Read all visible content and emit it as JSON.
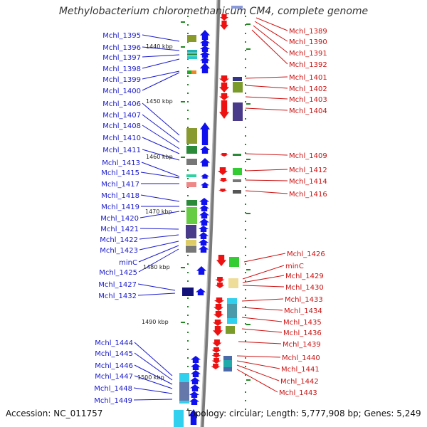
{
  "title": "Methylobacterium chloromethanicum CM4, complete genome",
  "footer": {
    "accession": "Accession: NC_011757",
    "topology": "Topology: circular; Length: 5,777,908 bp; Genes: 5,249"
  },
  "colors": {
    "plus_label": "#1a1acc",
    "minus_label": "#cc1111",
    "plus_arrow": "#1010ee",
    "minus_arrow": "#ee1111",
    "backbone": "#7a7a7a",
    "tick": "#228822"
  },
  "scale_ticks": [
    "1440 kbp",
    "1450 kbp",
    "1460 kbp",
    "1470 kbp",
    "1480 kbp",
    "1490 kbp",
    "1500 kbp"
  ],
  "left_labels": [
    "Mchl_1395",
    "Mchl_1396",
    "Mchl_1397",
    "Mchl_1398",
    "Mchl_1399",
    "Mchl_1400",
    "Mchl_1406",
    "Mchl_1407",
    "Mchl_1408",
    "Mchl_1410",
    "Mchl_1411",
    "Mchl_1413",
    "Mchl_1415",
    "Mchl_1417",
    "Mchl_1418",
    "Mchl_1419",
    "Mchl_1420",
    "Mchl_1421",
    "Mchl_1422",
    "Mchl_1423",
    "minC",
    "Mchl_1425",
    "Mchl_1427",
    "Mchl_1432",
    "Mchl_1444",
    "Mchl_1445",
    "Mchl_1446",
    "Mchl_1447",
    "Mchl_1448",
    "Mchl_1449"
  ],
  "right_labels": [
    "Mchl_1389",
    "Mchl_1390",
    "Mchl_1391",
    "Mchl_1392",
    "Mchl_1401",
    "Mchl_1402",
    "Mchl_1403",
    "Mchl_1404",
    "Mchl_1409",
    "Mchl_1412",
    "Mchl_1414",
    "Mchl_1416",
    "Mchl_1426",
    "minC",
    "Mchl_1429",
    "Mchl_1430",
    "Mchl_1433",
    "Mchl_1434",
    "Mchl_1435",
    "Mchl_1436",
    "Mchl_1439",
    "Mchl_1440",
    "Mchl_1441",
    "Mchl_1442",
    "Mchl_1443"
  ]
}
